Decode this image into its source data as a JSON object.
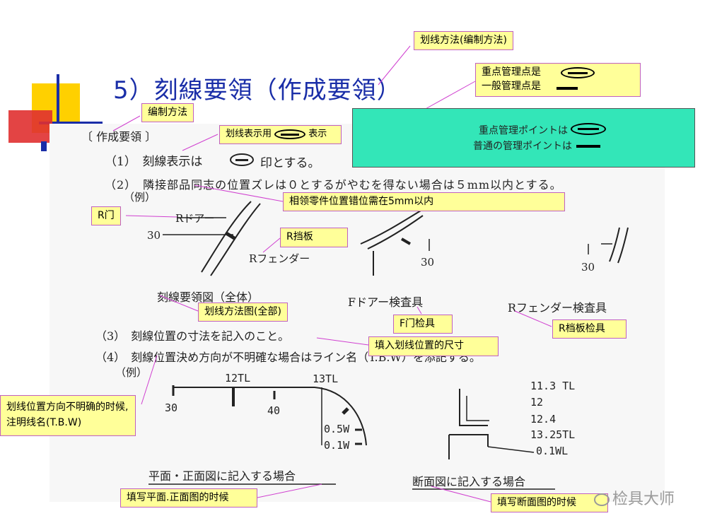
{
  "title": "5）刻線要領（作成要領）",
  "callouts": {
    "method": "划线方法(编制方法)",
    "edit_method": "编制方法",
    "mark_show_a": "划线表示用",
    "mark_show_b": "表示",
    "key_points_1": "重点管理点是",
    "key_points_2": "一般管理点是",
    "offset": "相领零件位置错位需在5mm以内",
    "r_door": "R门",
    "r_fender": "R挡板",
    "whole_fig": "划线方法图(全部)",
    "f_door_gauge": "F门检具",
    "r_fender_gauge": "R档板检具",
    "dim_fill": "填入划线位置的尺寸",
    "unclear": "划线位置方向不明确的时候,注明线名(T.B.W)",
    "plan_fill": "填写平面.正面图的时候",
    "section_fill": "填写断面图的时候"
  },
  "green_box": {
    "line1": "重点管理ポイントは",
    "line2": "普通の管理ポイントは"
  },
  "scan": {
    "header": "〔 作成要領 〕",
    "item1_a": "（1）　刻線表示は",
    "item1_b": "印とする。",
    "item2": "（2）　隣接部品同志の位置ズレは０とするがやむを得ない場合は５mm以内とする。",
    "example1": "（例）",
    "r_door": "Rドアー",
    "n30a": "30",
    "r_fender": "Rフェンダー",
    "n30b": "30",
    "n30c": "30",
    "fig_whole": "刻線要領図（全体）",
    "f_door_gauge": "Fドアー検査具",
    "r_fender_gauge": "Rフェンダー検査具",
    "item3": "（3）　刻線位置の寸法を記入のこと。",
    "item4": "（4）　刻線位置決め方向が不明確な場合はライン名（T.B.W）を添記する。",
    "example2": "（例）",
    "t12": "12TL",
    "t13": "13TL",
    "n30d": "30",
    "n40": "40",
    "w05": "0.5W",
    "w01": "0.1W",
    "l113": "11.3 TL",
    "l12": "12",
    "l124": "12.4",
    "l1325": "13.25TL",
    "l01": "0.1WL",
    "plan_caption": "平面・正面図に記入する場合",
    "section_caption": "断面図に記入する場合"
  },
  "watermark": "检具大师",
  "colors": {
    "title": "#1a2ea8",
    "callout_bg": "#ffff99",
    "callout_border": "#c060c0",
    "green": "#33e6b8",
    "leader": "#d040d0"
  }
}
